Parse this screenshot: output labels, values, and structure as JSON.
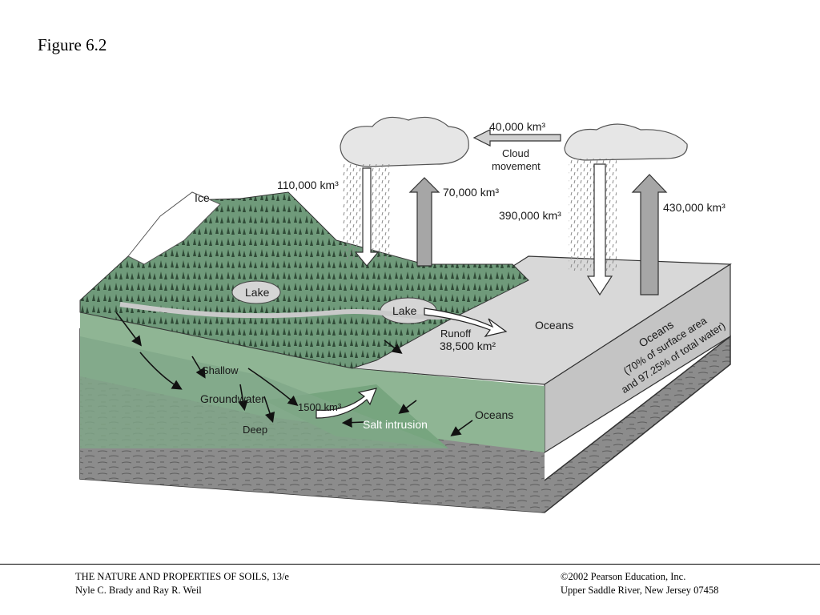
{
  "figure": {
    "title": "Figure 6.2"
  },
  "diagram": {
    "labels": {
      "ice": "Ice",
      "lake_upper": "Lake",
      "lake_lower": "Lake",
      "shallow": "Shallow",
      "groundwater": "Groundwater",
      "deep": "Deep",
      "salt_intrusion": "Salt intrusion",
      "oceans_surface": "Oceans",
      "oceans_bottom": "Oceans",
      "runoff": "Runoff",
      "runoff_value": "38,500 km²",
      "groundwater_flow": "1500 km³",
      "land_precip": "110,000 km³",
      "land_evap": "70,000 km³",
      "cloud_transfer": "40,000 km³",
      "cloud_movement_1": "Cloud",
      "cloud_movement_2": "movement",
      "ocean_precip": "390,000 km³",
      "ocean_evap": "430,000 km³",
      "ocean_side_1": "Oceans",
      "ocean_side_2": "(70% of surface area",
      "ocean_side_3": "and 97.25% of total water)"
    }
  },
  "footer": {
    "left_line1": "THE NATURE AND PROPERTIES OF SOILS, 13/e",
    "left_line2": "Nyle C. Brady and Ray R. Weil",
    "right_line1": "©2002 Pearson Education, Inc.",
    "right_line2": "Upper Saddle River, New Jersey  07458"
  }
}
